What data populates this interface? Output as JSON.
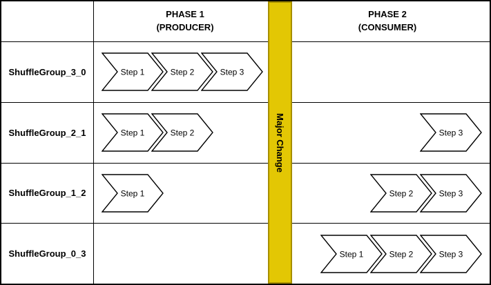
{
  "header": {
    "phase1_line1": "PHASE 1",
    "phase1_line2": "(PRODUCER)",
    "phase2_line1": "PHASE 2",
    "phase2_line2": "(CONSUMER)"
  },
  "divider": {
    "label": "Major Change",
    "fill_color": "#E3C704",
    "border_color": "#A68E00"
  },
  "colors": {
    "grid_line": "#000000",
    "chevron_fill": "#FFFFFF",
    "chevron_stroke": "#000000"
  },
  "rows": [
    {
      "label": "ShuffleGroup_3_0",
      "producer_steps": [
        "Step 1",
        "Step 2",
        "Step 3"
      ],
      "consumer_steps": []
    },
    {
      "label": "ShuffleGroup_2_1",
      "producer_steps": [
        "Step 1",
        "Step 2"
      ],
      "consumer_steps": [
        "Step 3"
      ]
    },
    {
      "label": "ShuffleGroup_1_2",
      "producer_steps": [
        "Step 1"
      ],
      "consumer_steps": [
        "Step 2",
        "Step 3"
      ]
    },
    {
      "label": "ShuffleGroup_0_3",
      "producer_steps": [],
      "consumer_steps": [
        "Step 1",
        "Step 2",
        "Step 3"
      ]
    }
  ]
}
